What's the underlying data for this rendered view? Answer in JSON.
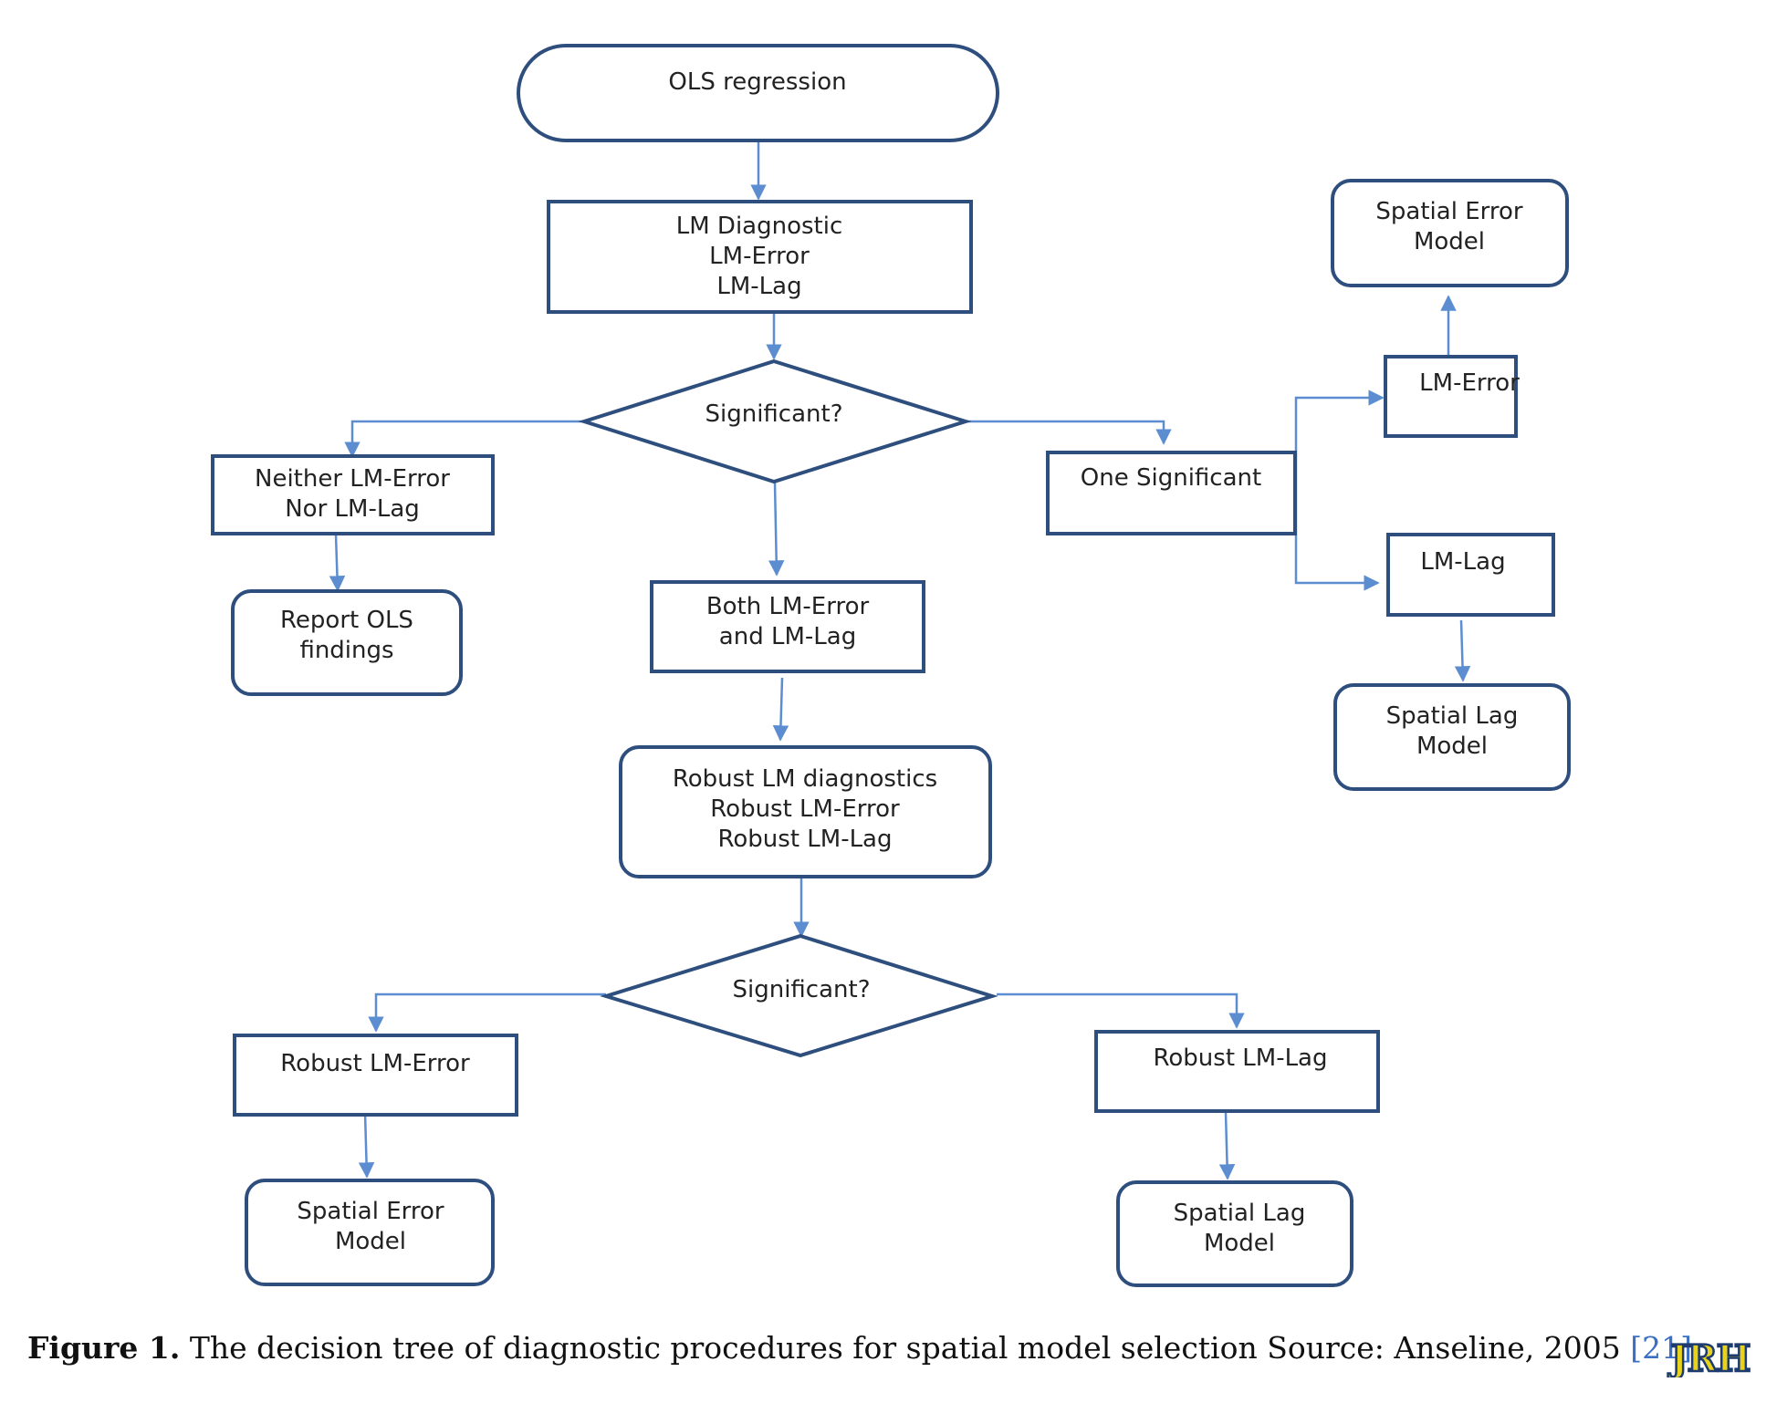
{
  "diagram": {
    "stroke_color": "#2e4f7e",
    "arrow_color": "#5b8dd0",
    "nodes": {
      "ols": {
        "lines": [
          "OLS regression"
        ]
      },
      "lm_diag": {
        "lines": [
          "LM Diagnostic",
          "LM-Error",
          "LM-Lag"
        ]
      },
      "sig1": {
        "lines": [
          "Significant?"
        ]
      },
      "neither": {
        "lines": [
          "Neither LM-Error",
          "Nor LM-Lag"
        ]
      },
      "report": {
        "lines": [
          "Report OLS",
          "findings"
        ]
      },
      "both": {
        "lines": [
          "Both LM-Error",
          "and LM-Lag"
        ]
      },
      "one": {
        "lines": [
          "One Significant"
        ]
      },
      "lm_error_right": {
        "lines": [
          "LM-Error"
        ]
      },
      "lm_lag_right": {
        "lines": [
          "LM-Lag"
        ]
      },
      "sem_top": {
        "lines": [
          "Spatial Error",
          "Model"
        ]
      },
      "slm_right": {
        "lines": [
          "Spatial Lag",
          "Model"
        ]
      },
      "robust": {
        "lines": [
          "Robust LM diagnostics",
          "Robust LM-Error",
          "Robust LM-Lag"
        ]
      },
      "sig2": {
        "lines": [
          "Significant?"
        ]
      },
      "robust_error": {
        "lines": [
          "Robust LM-Error"
        ]
      },
      "robust_lag": {
        "lines": [
          "Robust LM-Lag"
        ]
      },
      "sem_bottom": {
        "lines": [
          "Spatial Error",
          "Model"
        ]
      },
      "slm_bottom": {
        "lines": [
          "Spatial Lag",
          "Model"
        ]
      }
    }
  },
  "caption": {
    "label": "Figure 1.",
    "text": "The decision tree of diagnostic procedures for spatial model selection Source: Anseline, 2005",
    "ref": "[21]"
  },
  "logo": {
    "text": "JRH",
    "fill": "#e8d21c",
    "stroke": "#1d3b6e"
  }
}
